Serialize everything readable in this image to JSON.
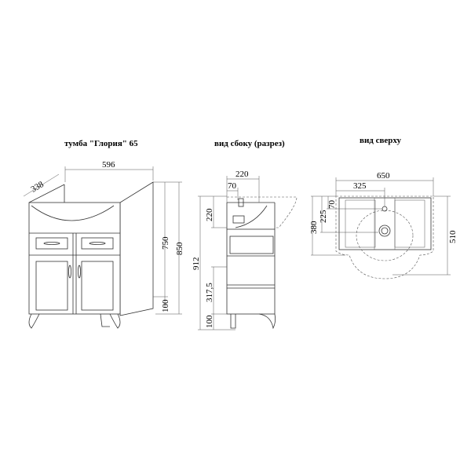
{
  "front_view": {
    "title": "тумба \"Глория\" 65",
    "dims": {
      "width": "596",
      "depth": "338",
      "height_body": "750",
      "height_total": "850",
      "leg_height": "100"
    }
  },
  "side_view": {
    "title": "вид сбоку (разрез)",
    "dims": {
      "depth": "220",
      "tap_offset": "70",
      "sink_height": "220",
      "total_height": "912",
      "drawer_height": "317,5",
      "leg_height": "100"
    }
  },
  "top_view": {
    "title": "вид сверху",
    "dims": {
      "width": "650",
      "half_width": "325",
      "tap_offset": "70",
      "drain_offset": "225",
      "body_depth": "380",
      "total_depth": "510"
    }
  }
}
